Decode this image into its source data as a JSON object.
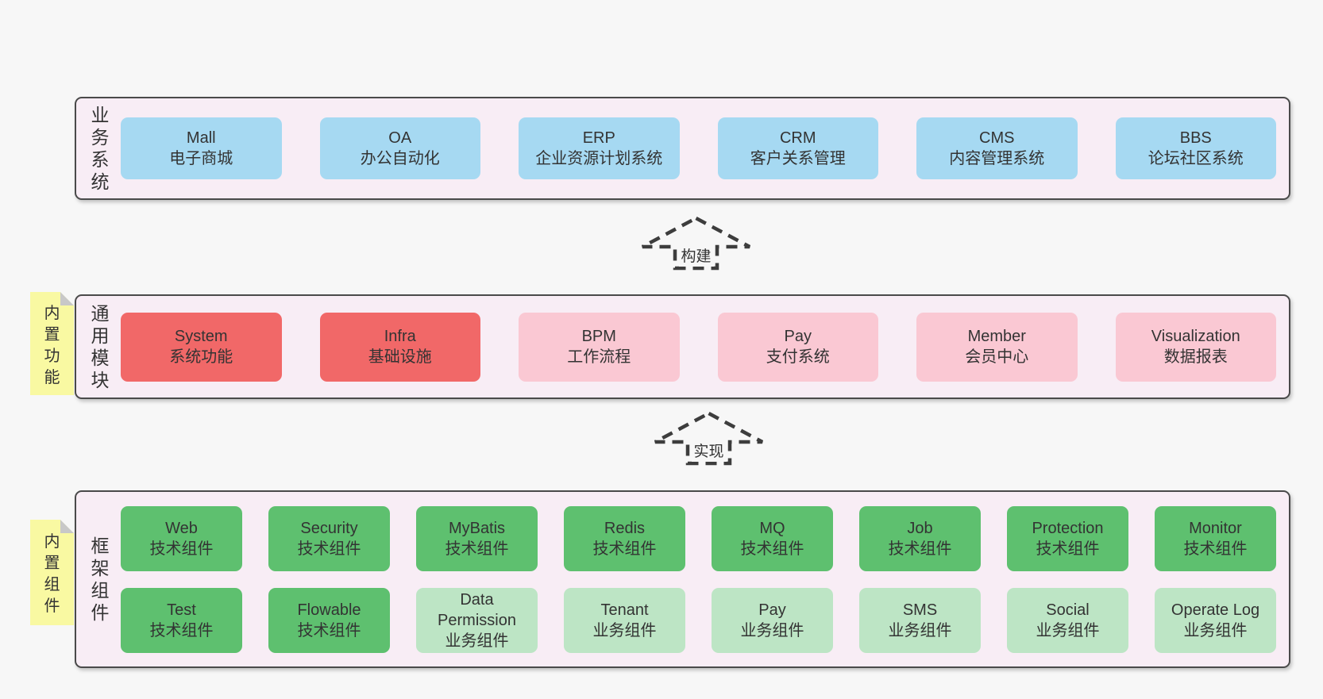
{
  "diagram": {
    "sections": {
      "business": {
        "label": "业务系统",
        "boxes": [
          {
            "title": "Mall",
            "subtitle": "电子商城",
            "color": "blue"
          },
          {
            "title": "OA",
            "subtitle": "办公自动化",
            "color": "blue"
          },
          {
            "title": "ERP",
            "subtitle": "企业资源计划系统",
            "color": "blue"
          },
          {
            "title": "CRM",
            "subtitle": "客户关系管理",
            "color": "blue"
          },
          {
            "title": "CMS",
            "subtitle": "内容管理系统",
            "color": "blue"
          },
          {
            "title": "BBS",
            "subtitle": "论坛社区系统",
            "color": "blue"
          }
        ]
      },
      "modules": {
        "label": "通用模块",
        "sticky": "内置功能",
        "boxes": [
          {
            "title": "System",
            "subtitle": "系统功能",
            "color": "red"
          },
          {
            "title": "Infra",
            "subtitle": "基础设施",
            "color": "red"
          },
          {
            "title": "BPM",
            "subtitle": "工作流程",
            "color": "pink"
          },
          {
            "title": "Pay",
            "subtitle": "支付系统",
            "color": "pink"
          },
          {
            "title": "Member",
            "subtitle": "会员中心",
            "color": "pink"
          },
          {
            "title": "Visualization",
            "subtitle": "数据报表",
            "color": "pink"
          }
        ]
      },
      "components": {
        "label": "框架组件",
        "sticky": "内置组件",
        "rows": [
          [
            {
              "title": "Web",
              "subtitle": "技术组件",
              "color": "green_dark"
            },
            {
              "title": "Security",
              "subtitle": "技术组件",
              "color": "green_dark"
            },
            {
              "title": "MyBatis",
              "subtitle": "技术组件",
              "color": "green_dark"
            },
            {
              "title": "Redis",
              "subtitle": "技术组件",
              "color": "green_dark"
            },
            {
              "title": "MQ",
              "subtitle": "技术组件",
              "color": "green_dark"
            },
            {
              "title": "Job",
              "subtitle": "技术组件",
              "color": "green_dark"
            },
            {
              "title": "Protection",
              "subtitle": "技术组件",
              "color": "green_dark"
            },
            {
              "title": "Monitor",
              "subtitle": "技术组件",
              "color": "green_dark"
            }
          ],
          [
            {
              "title": "Test",
              "subtitle": "技术组件",
              "color": "green_dark"
            },
            {
              "title": "Flowable",
              "subtitle": "技术组件",
              "color": "green_dark"
            },
            {
              "title": "Data\nPermission",
              "subtitle": "业务组件",
              "color": "green_light"
            },
            {
              "title": "Tenant",
              "subtitle": "业务组件",
              "color": "green_light"
            },
            {
              "title": "Pay",
              "subtitle": "业务组件",
              "color": "green_light"
            },
            {
              "title": "SMS",
              "subtitle": "业务组件",
              "color": "green_light"
            },
            {
              "title": "Social",
              "subtitle": "业务组件",
              "color": "green_light"
            },
            {
              "title": "Operate Log",
              "subtitle": "业务组件",
              "color": "green_light"
            }
          ]
        ]
      }
    },
    "arrows": [
      {
        "label": "构建"
      },
      {
        "label": "实现"
      }
    ],
    "colors": {
      "page_bg": "#f7f7f7",
      "panel_bg": "#f8edf5",
      "panel_border": "#4a4a4a",
      "blue": "#a6d9f2",
      "red": "#f16868",
      "pink": "#fac8d3",
      "green_dark": "#5ec06f",
      "green_light": "#bde5c5",
      "sticky_yellow": "#f9f9a2",
      "fold_gray": "#c8c8c8",
      "arrow_stroke": "#3d3d3d",
      "text": "#333333"
    }
  }
}
